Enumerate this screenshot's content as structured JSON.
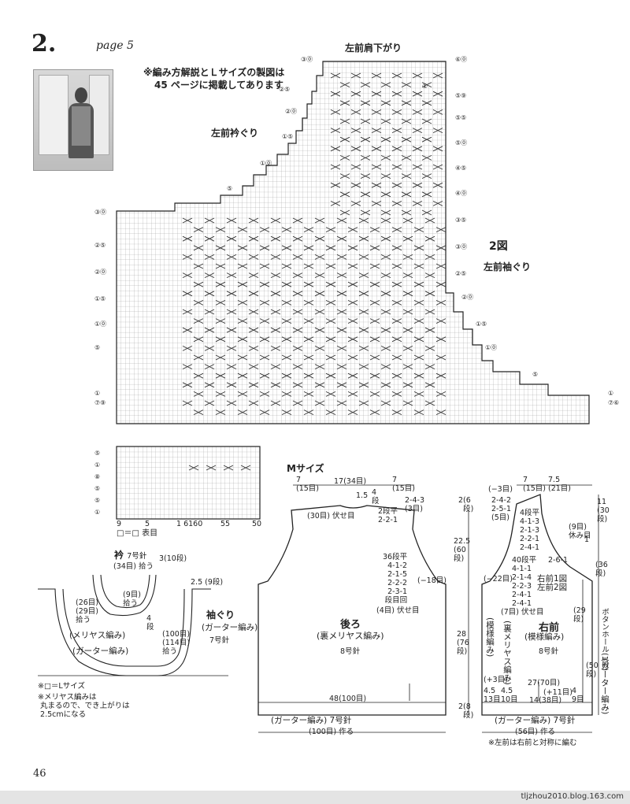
{
  "header": {
    "pattern_number": "2.",
    "page_ref": "page 5",
    "note_line1": "※編み方解説とＬサイズの製図は",
    "note_line2": "45 ページに掲載してあります"
  },
  "chart": {
    "title": "左前肩下がり",
    "neck_label": "左前衿ぐり",
    "figure_label": "2図",
    "armhole_label": "左前袖ぐり",
    "right_row_marks": [
      "⑥⓪",
      "①",
      "⑤⑨",
      "⑤⑤",
      "⑤⓪",
      "④⑤",
      "④⓪",
      "③⑤",
      "③⓪",
      "②⑤",
      "②⓪",
      "①⑤",
      "①⓪",
      "⑤",
      "①",
      "⑦⑥"
    ],
    "left_row_marks": [
      "③⓪",
      "②⑤",
      "②⓪",
      "①⑤",
      "①⓪",
      "⑤",
      "③⓪",
      "②⑤",
      "②⓪",
      "①⑤",
      "①⓪",
      "⑤",
      "①",
      "⑦⑨"
    ],
    "top_marks": [
      "⑤",
      "⑥",
      "①"
    ]
  },
  "small_chart": {
    "row_marks": [
      "⑤",
      "①",
      "⑧",
      "⑤",
      "⑤",
      "①"
    ],
    "col_labels": [
      "9",
      "5",
      "1 6160",
      "55",
      "50"
    ],
    "legend": "□＝□ 表目"
  },
  "collar": {
    "title": "衿",
    "needle": "7号針",
    "pickup_total": "(34目) 拾う",
    "rows_10": "10",
    "rows_10b": "段",
    "rows_3": "3",
    "count_9": "(9目)",
    "pickup": "拾う",
    "left_26": "(26目)",
    "left_29": "(29目)",
    "left_pick": "拾う",
    "rows_4": "4",
    "rows_4b": "段",
    "stockinette": "(メリヤス編み)",
    "garter": "(ガーター編み)",
    "w_25": "2.5",
    "rows_9": "9",
    "rows_9b": "段",
    "armhole_title": "袖ぐり",
    "armhole_garter": "(ガーター編み)",
    "armhole_needle": "7号針",
    "pick_100": "(100目)",
    "pick_114": "(114目)",
    "pick_label": "拾う",
    "legend": "※□＝Lサイズ",
    "note1": "※メリヤス編みは",
    "note2": "丸まるので、でき上がりは",
    "note3": "2.5cmになる"
  },
  "back": {
    "size_label": "Mサイズ",
    "w7a": "7",
    "w15a": "(15目)",
    "w17": "17(34目)",
    "w7b": "7",
    "w15b": "(15目)",
    "h15": "1.5",
    "r4": "4",
    "r4b": "段",
    "r243": "2-4-3",
    "r3": "(3目)",
    "bind30": "(30目) 伏せ目",
    "r2flat": "2段平",
    "r221": "2-2-1",
    "h225": "22.5",
    "h60": "60",
    "h60b": "段",
    "h2": "2",
    "h6": "6",
    "h6b": "段",
    "sh36": "36段平",
    "s412": "4-1-2",
    "s215": "2-1-5",
    "s222": "2-2-2",
    "s231": "2-3-1",
    "sflat": "段目回",
    "sbind": "(4目) 伏せ目",
    "minus18": "(−18目)",
    "title": "後ろ",
    "stitch": "(裏メリヤス編み)",
    "needle": "8号針",
    "h28": "28",
    "h76": "76",
    "h76b": "段",
    "bottom48": "48(100目)",
    "b2": "2",
    "b8": "8",
    "b8b": "段",
    "garter": "(ガーター編み) 7号針",
    "cast": "(100目) 作る"
  },
  "front": {
    "m3": "(−3目)",
    "w7": "7",
    "w75": "7.5",
    "w15": "(15目)",
    "w21": "(21目)",
    "r242": "2-4-2",
    "r251": "2-5-1",
    "r5": "(5目)",
    "r4flat": "4段平",
    "r413": "4-1-3",
    "r213": "2-1-3",
    "r221": "2-2-1",
    "r241": "2-4-1",
    "r261": "2-6-1",
    "r9": "(9目)",
    "rest": "休み目",
    "m22": "(−22目)",
    "r40": "40段平",
    "r411": "4-1-1",
    "r214": "2-1-4",
    "r223": "2-2-3",
    "r241b": "2-4-1",
    "r241c": "2-4-1",
    "fig1": "右前1図",
    "fig2": "左前2図",
    "bind7": "(7目) 伏せ目",
    "title": "右前",
    "stitch": "(模様編み)",
    "needle": "8号針",
    "rev_stock": "(裏メリヤス編み)",
    "pattern": "(模様編み)",
    "p3": "(+3目)",
    "c27": "27(70目)",
    "c11": "(+11目)",
    "w45a": "4.5",
    "w13": "13目",
    "w45b": "4.5",
    "w10": "10目",
    "c14": "14(38目)",
    "w4": "4",
    "w9": "9目",
    "garter": "(ガーター編み) 7号針",
    "cast": "(56目) 作る",
    "note": "※左前は右前と対称に編む",
    "r11": "11",
    "r30": "30",
    "r30b": "段",
    "r1": "1",
    "r36": "36",
    "r36b": "段",
    "r29": "29",
    "r29b": "段",
    "button": "ボタンホール",
    "b1": "(1段)",
    "r50": "50",
    "r50b": "段",
    "garter_v": "(ガーター編み)"
  },
  "footer": {
    "page_number": "46",
    "watermark": "tljzhou2010.blog.163.com"
  }
}
